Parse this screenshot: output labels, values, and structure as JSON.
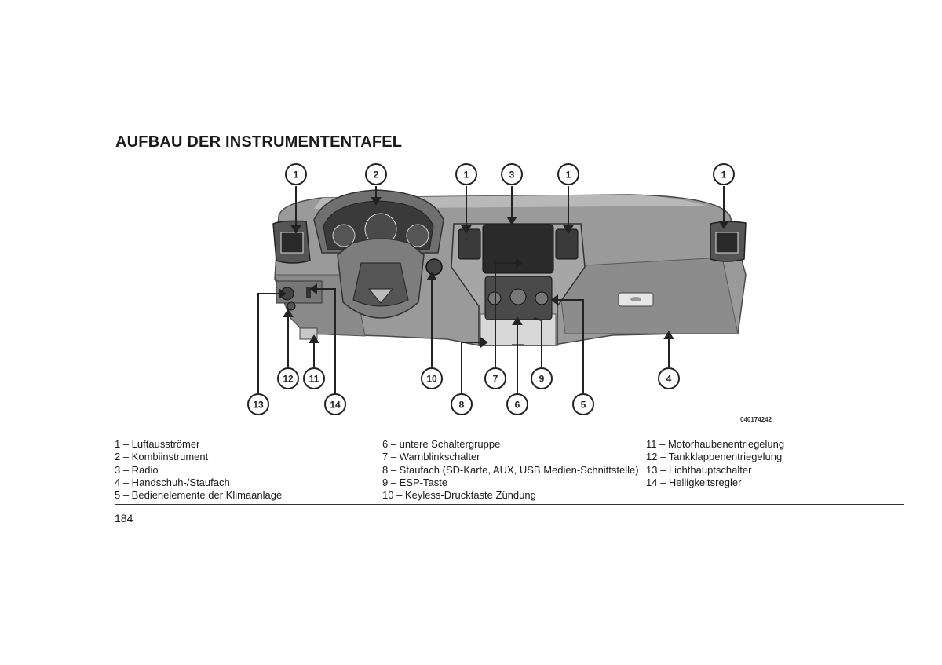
{
  "heading": "AUFBAU DER INSTRUMENTENTAFEL",
  "figure_code": "040174242",
  "callouts": [
    "1",
    "2",
    "1",
    "3",
    "1",
    "1",
    "13",
    "12",
    "11",
    "14",
    "10",
    "8",
    "7",
    "6",
    "9",
    "5",
    "4"
  ],
  "legend": {
    "col1": [
      "1 – Luftausströmer",
      "2 – Kombiinstrument",
      "3 – Radio",
      "4 – Handschuh-/Staufach",
      "5 – Bedienelemente der Klimaanlage"
    ],
    "col2": [
      "6 – untere Schaltergruppe",
      "7 – Warnblinkschalter",
      "8 – Staufach (SD-Karte, AUX, USB Medien-Schnittstelle)",
      "9 – ESP-Taste",
      "10 – Keyless-Drucktaste Zündung"
    ],
    "col3": [
      "11 – Motorhaubenentriegelung",
      "12 – Tankklappenentriegelung",
      "13 – Lichthauptschalter",
      "14 – Helligkeitsregler"
    ]
  },
  "page_number": "184"
}
